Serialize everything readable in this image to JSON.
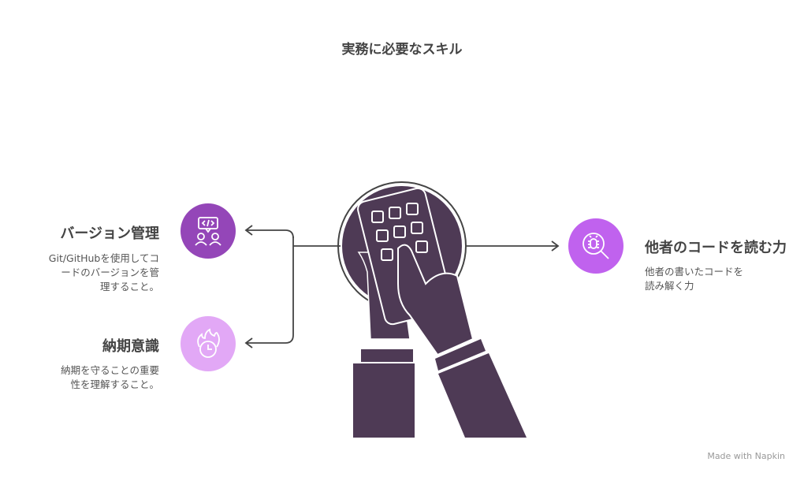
{
  "title": "実務に必要なスキル",
  "items": [
    {
      "heading": "バージョン管理",
      "desc_lines": [
        "Git/GitHubを使用してコ",
        "ードのバージョンを管",
        "理すること。"
      ],
      "icon": "code-collaboration-icon",
      "color": "#9446b8"
    },
    {
      "heading": "納期意識",
      "desc_lines": [
        "納期を守ることの重要",
        "性を理解すること。"
      ],
      "icon": "deadline-clock-fire-icon",
      "color": "#e2a8f6"
    },
    {
      "heading": "他者のコードを読む力",
      "desc_lines": [
        "他者の書いたコードを",
        "読み解く力"
      ],
      "icon": "bug-search-icon",
      "color": "#c062ee"
    }
  ],
  "footer": "Made with  Napkin",
  "illustration_color": "#4e3a55"
}
